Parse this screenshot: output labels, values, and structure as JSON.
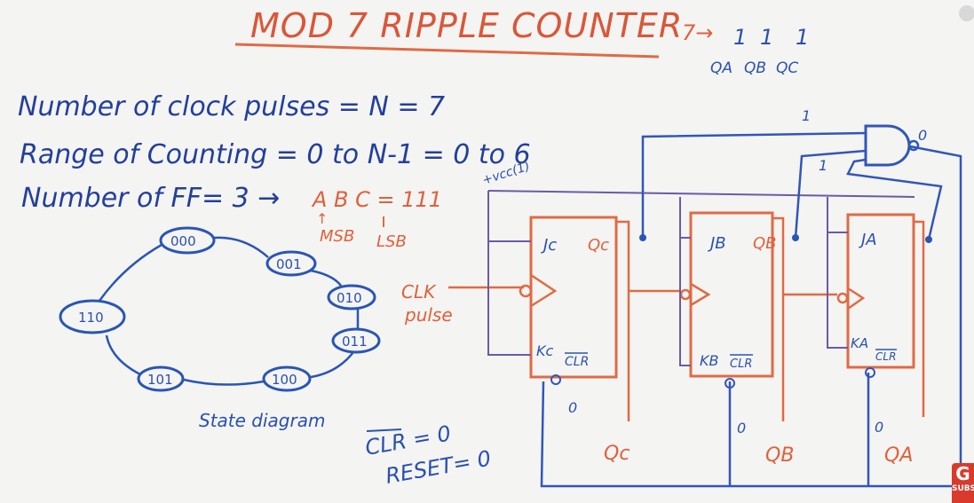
{
  "title": "MOD 7 RIPPLE COUNTER",
  "top_right": {
    "arrow_text": "7→",
    "bits": [
      "1",
      "1",
      "1"
    ],
    "labels": [
      "QA",
      "QB",
      "QC"
    ]
  },
  "lines": {
    "clock_pulses": "Number of clock pulses = N = 7",
    "range": "Range of Counting = 0 to N-1 = 0 to 6",
    "ff_prefix": "Number of FF= 3 →",
    "ff_abc": "A  B  C = 111",
    "msb": "MSB",
    "lsb": "LSB",
    "vcc": "+vcc(1)"
  },
  "states": [
    "000",
    "001",
    "010",
    "011",
    "100",
    "101",
    "110"
  ],
  "state_caption": "State diagram",
  "clr_line": "CLR = 0",
  "reset_line": "RESET= 0",
  "clk_label": [
    "CLK",
    "pulse"
  ],
  "flipflops": [
    {
      "j": "Jc",
      "q": "Qc",
      "k": "Kc",
      "clr": "CLR",
      "out": "Qc",
      "zero": "0"
    },
    {
      "j": "JB",
      "q": "QB",
      "k": "KB",
      "clr": "CLR",
      "out": "QB",
      "zero": "0"
    },
    {
      "j": "JA",
      "q": "",
      "k": "KA",
      "clr": "CLR",
      "out": "QA",
      "zero": "0"
    }
  ],
  "nand_labels": {
    "in_top": "1",
    "in_bottom": "1",
    "out": "0"
  },
  "corner_badge": {
    "icon": "G",
    "text": "SUBSC"
  },
  "colors": {
    "red": "#e0603c",
    "blue": "#2a50b0",
    "board": "#f4f4f2"
  }
}
